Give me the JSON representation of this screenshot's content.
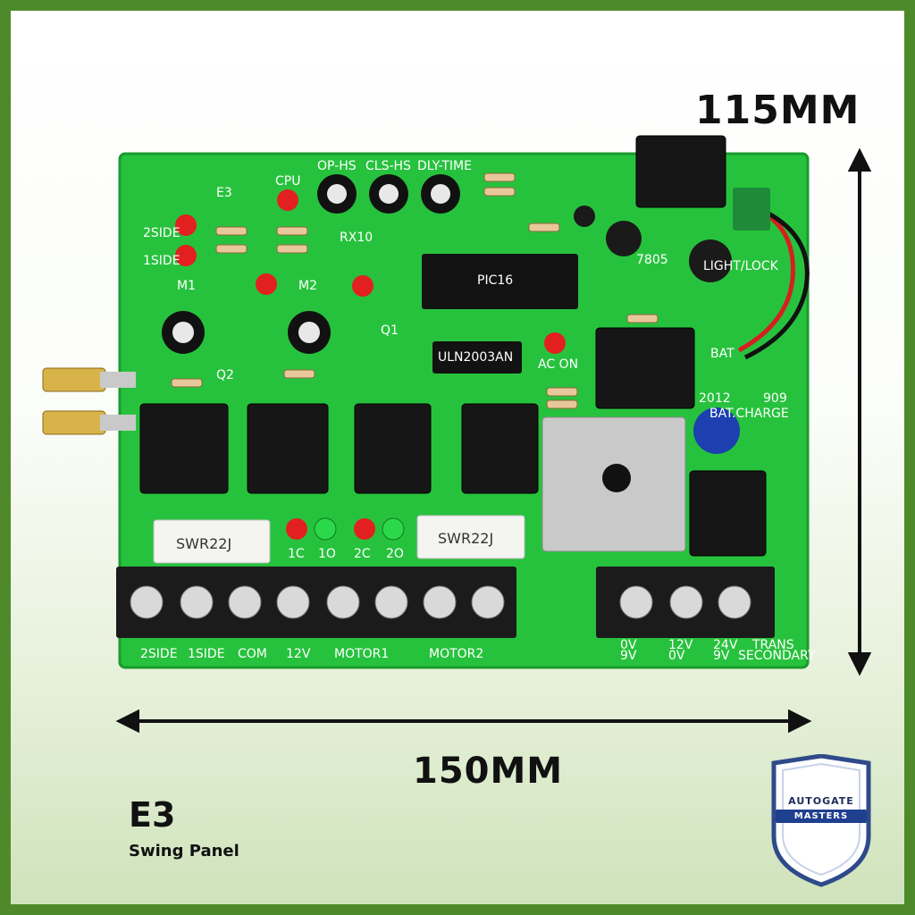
{
  "dimensions": {
    "height_label": "115MM",
    "width_label": "150MM"
  },
  "product": {
    "model": "E3",
    "subtitle": "Swing Panel"
  },
  "brand": {
    "line1": "AUTOGATE",
    "line2": "MASTERS"
  },
  "colors": {
    "frame": "#4f8a2a",
    "pcb": "#27c23d",
    "terminal": "#1b1b1b",
    "brand_blue": "#1f3f8f"
  },
  "pcb": {
    "board_label": "E3",
    "cpu_label": "CPU",
    "side_labels": [
      "2SIDE",
      "1SIDE"
    ],
    "pot_labels": [
      "OP-HS",
      "CLS-HS",
      "DLY-TIME"
    ],
    "m1": "M1",
    "m2": "M2",
    "rx_label": "RX10",
    "q_labels": [
      "Q1",
      "Q2"
    ],
    "ic_main": "PIC16",
    "ic_driver": "ULN2003AN",
    "ac_on": "AC ON",
    "regulator": "7805",
    "light_lock": "LIGHT/LOCK",
    "bat": "BAT",
    "bat_charge": "BAT.CHARGE",
    "year": "2012",
    "code": "909",
    "resistor_labels": [
      "SWR22J",
      "SWR22J"
    ],
    "led_labels": [
      "1C",
      "1O",
      "2C",
      "2O"
    ],
    "terminal_labels": [
      "2SIDE",
      "1SIDE",
      "COM",
      "12V",
      "MOTOR1",
      "MOTOR2"
    ],
    "secondary_labels": [
      "0V",
      "9V",
      "12V",
      "0V",
      "24V",
      "9V",
      "TRANS",
      "SECONDARY"
    ]
  }
}
